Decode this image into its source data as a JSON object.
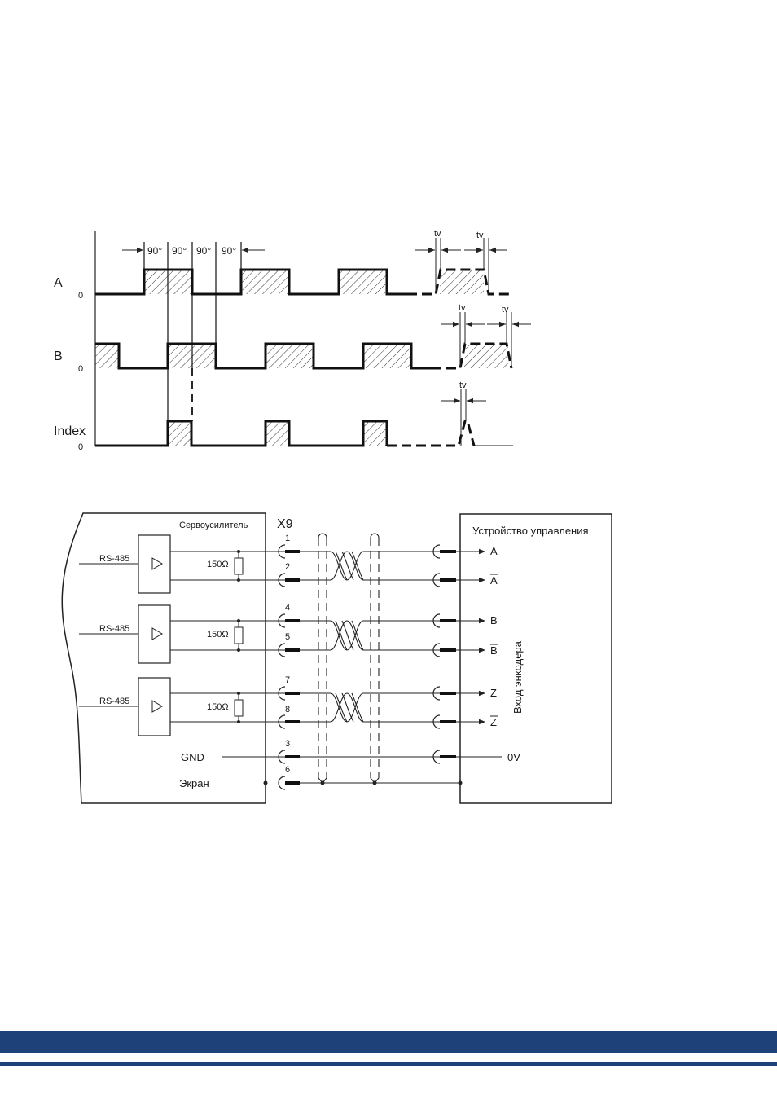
{
  "timing": {
    "signal_a": "A",
    "signal_b": "B",
    "signal_index": "Index",
    "zero": "0",
    "phase": [
      "90°",
      "90°",
      "90°",
      "90°"
    ],
    "tv": "tv"
  },
  "wiring": {
    "servo_title": "Сервоусилитель",
    "connector": "X9",
    "rs485": "RS-485",
    "resistor": "150Ω",
    "pins": [
      "1",
      "2",
      "4",
      "5",
      "7",
      "8",
      "3",
      "6"
    ],
    "gnd": "GND",
    "screen": "Экран",
    "control_title": "Устройство управления",
    "encoder_input": "Вход энкодера",
    "outputs": [
      "A",
      "A",
      "B",
      "B",
      "Z",
      "Z"
    ],
    "zero_v": "0V"
  },
  "colors": {
    "footer": "#1f4179",
    "hatch": "#333333"
  }
}
